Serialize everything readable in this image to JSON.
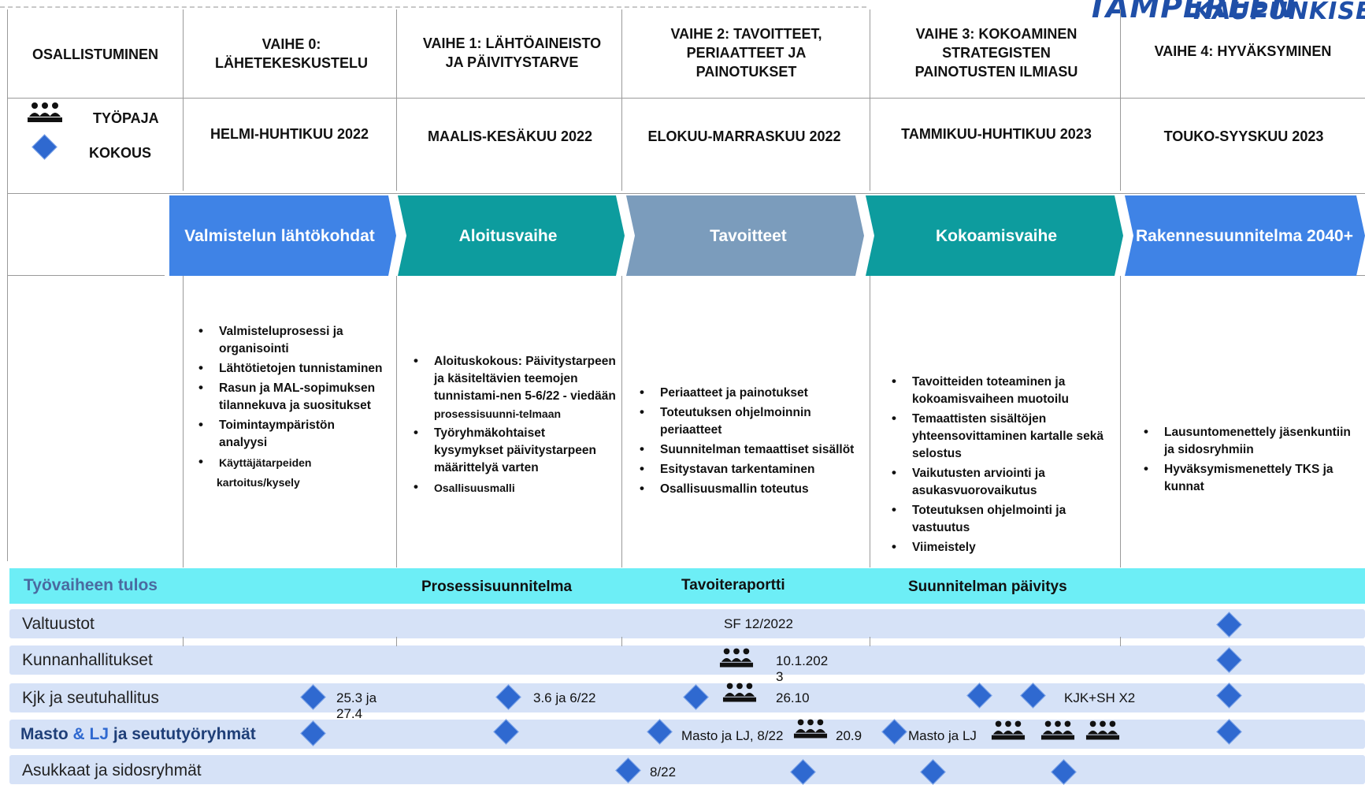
{
  "logo": {
    "line1": "TAMPEREEN",
    "line2": "KAUPUNKISEUTU"
  },
  "columns": {
    "participation": "OSALLISTUMINEN",
    "phase0": "VAIHE 0: LÄHETEKESKUSTELU",
    "phase1": "VAIHE 1: LÄHTÖAINEISTO JA PÄIVITYSTARVE",
    "phase2": "VAIHE 2: TAVOITTEET, PERIAATTEET JA PAINOTUKSET",
    "phase3": "VAIHE 3: KOKOAMINEN STRATEGISTEN PAINOTUSTEN ILMIASU",
    "phase4": "VAIHE 4: HYVÄKSYMINEN"
  },
  "legend": {
    "workshop": "TYÖPAJA",
    "meeting": "KOKOUS"
  },
  "dates": {
    "phase0": "HELMI-HUHTIKUU 2022",
    "phase1": "MAALIS-KESÄKUU 2022",
    "phase2": "ELOKUU-MARRASKUU 2022",
    "phase3": "TAMMIKUU-HUHTIKUU 2023",
    "phase4": "TOUKO-SYYSKUU 2023"
  },
  "stages": [
    {
      "label": "Valmistelun lähtökohdat",
      "color": "#3f83e6"
    },
    {
      "label": "Aloitusvaihe",
      "color": "#0d9c9e"
    },
    {
      "label": "Tavoitteet",
      "color": "#7b9cbc"
    },
    {
      "label": "Kokoamisvaihe",
      "color": "#0d9c9e"
    },
    {
      "label": "Rakennesuunnitelma 2040+",
      "color": "#3f83e6"
    }
  ],
  "tasks": {
    "phase0": [
      "Valmisteluprosessi ja organisointi",
      "Lähtötietojen tunnistaminen",
      "Rasun ja MAL-sopimuksen tilannekuva ja suositukset",
      "Toimintaympäristön analyysi",
      "Käyttäjätarpeiden",
      "kartoitus/kysely"
    ],
    "phase1": [
      "Aloituskokous: Päivitystarpeen ja käsiteltävien teemojen tunnistami-nen 5-6/22 - viedään",
      "prosessisuunni-telmaan",
      "Työryhmäkohtaiset kysymykset päivitystarpeen määrittelyä varten",
      "Osallisuusmalli"
    ],
    "phase2": [
      "Periaatteet ja painotukset",
      "Toteutuksen ohjelmoinnin periaatteet",
      "Suunnitelman temaattiset sisällöt",
      "Esitystavan tarkentaminen",
      "Osallisuusmallin toteutus"
    ],
    "phase3": [
      "Tavoitteiden toteaminen ja kokoamisvaiheen muotoilu",
      "Temaattisten sisältöjen yhteensovittaminen kartalle sekä selostus",
      "Vaikutusten arviointi ja asukasvuorovaikutus",
      "Toteutuksen ohjelmointi ja vastuutus",
      "Viimeistely"
    ],
    "phase4": [
      "Lausuntomenettely jäsenkuntiin ja sidosryhmiin",
      "Hyväksymismenettely TKS ja kunnat"
    ]
  },
  "results": {
    "label": "Työvaiheen tulos",
    "phase1": "Prosessisuunnitelma",
    "phase2": "Tavoiteraportti",
    "phase3": "Suunnitelman päivitys"
  },
  "rows": {
    "valtuustot": {
      "label": "Valtuustot",
      "note": "SF 12/2022"
    },
    "kunnanhallitukset": {
      "label": "Kunnanhallitukset",
      "note": "10.1.202\n3"
    },
    "kjk": {
      "label": "Kjk ja seutuhallitus",
      "note1": "25.3 ja\n27.4",
      "note2": "3.6 ja 6/22",
      "note3": "26.10",
      "note4": "KJK+SH X2"
    },
    "masto": {
      "label_part1": "Masto",
      "label_amp": "&",
      "label_part2": "LJ",
      "label_part3": "ja seututyöryhmät",
      "note1": "Masto ja LJ, 8/22",
      "note2": "20.9",
      "note3": "Masto ja LJ"
    },
    "asukkaat": {
      "label": "Asukkaat ja sidosryhmät",
      "note": "8/22"
    }
  },
  "colors": {
    "meeting_diamond": "#2f69d0",
    "result_bar": "#6deef6",
    "row_bar": "#d6e2f7",
    "masto_blue": "#1f4fa8"
  }
}
